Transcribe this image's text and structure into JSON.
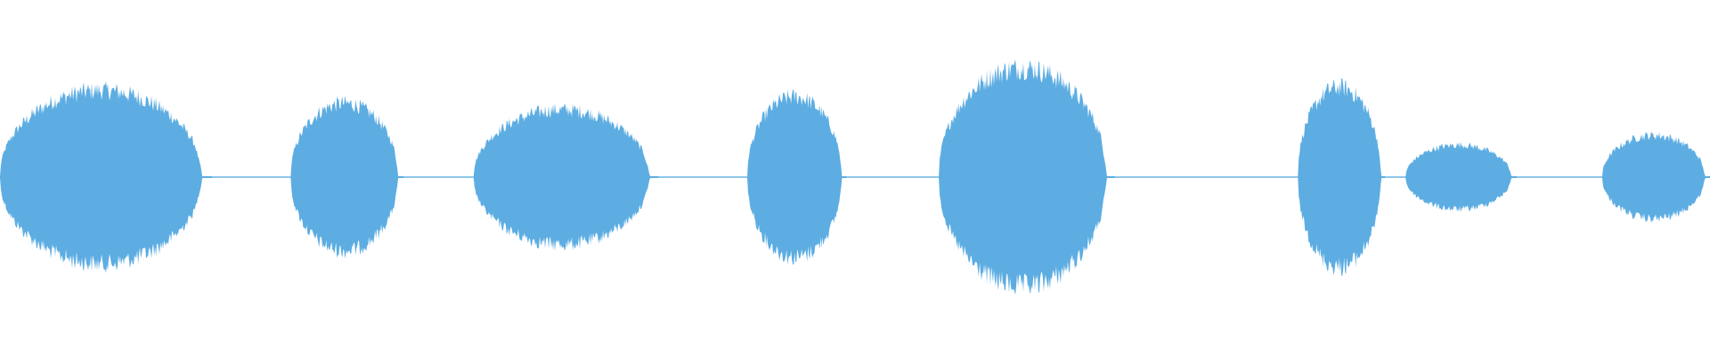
{
  "waveform": {
    "color": "#5dade2",
    "background": "#ffffff",
    "segments": [
      {
        "start": 0.0,
        "end": 0.124,
        "peak": 0.27
      },
      {
        "start": 0.17,
        "end": 0.236,
        "peak": 0.23
      },
      {
        "start": 0.277,
        "end": 0.385,
        "peak": 0.21
      },
      {
        "start": 0.437,
        "end": 0.495,
        "peak": 0.25
      },
      {
        "start": 0.549,
        "end": 0.652,
        "peak": 0.34
      },
      {
        "start": 0.759,
        "end": 0.81,
        "peak": 0.28
      },
      {
        "start": 0.822,
        "end": 0.887,
        "peak": 0.1
      },
      {
        "start": 0.937,
        "end": 1.0,
        "peak": 0.13
      }
    ],
    "silence_level": 0.004
  }
}
